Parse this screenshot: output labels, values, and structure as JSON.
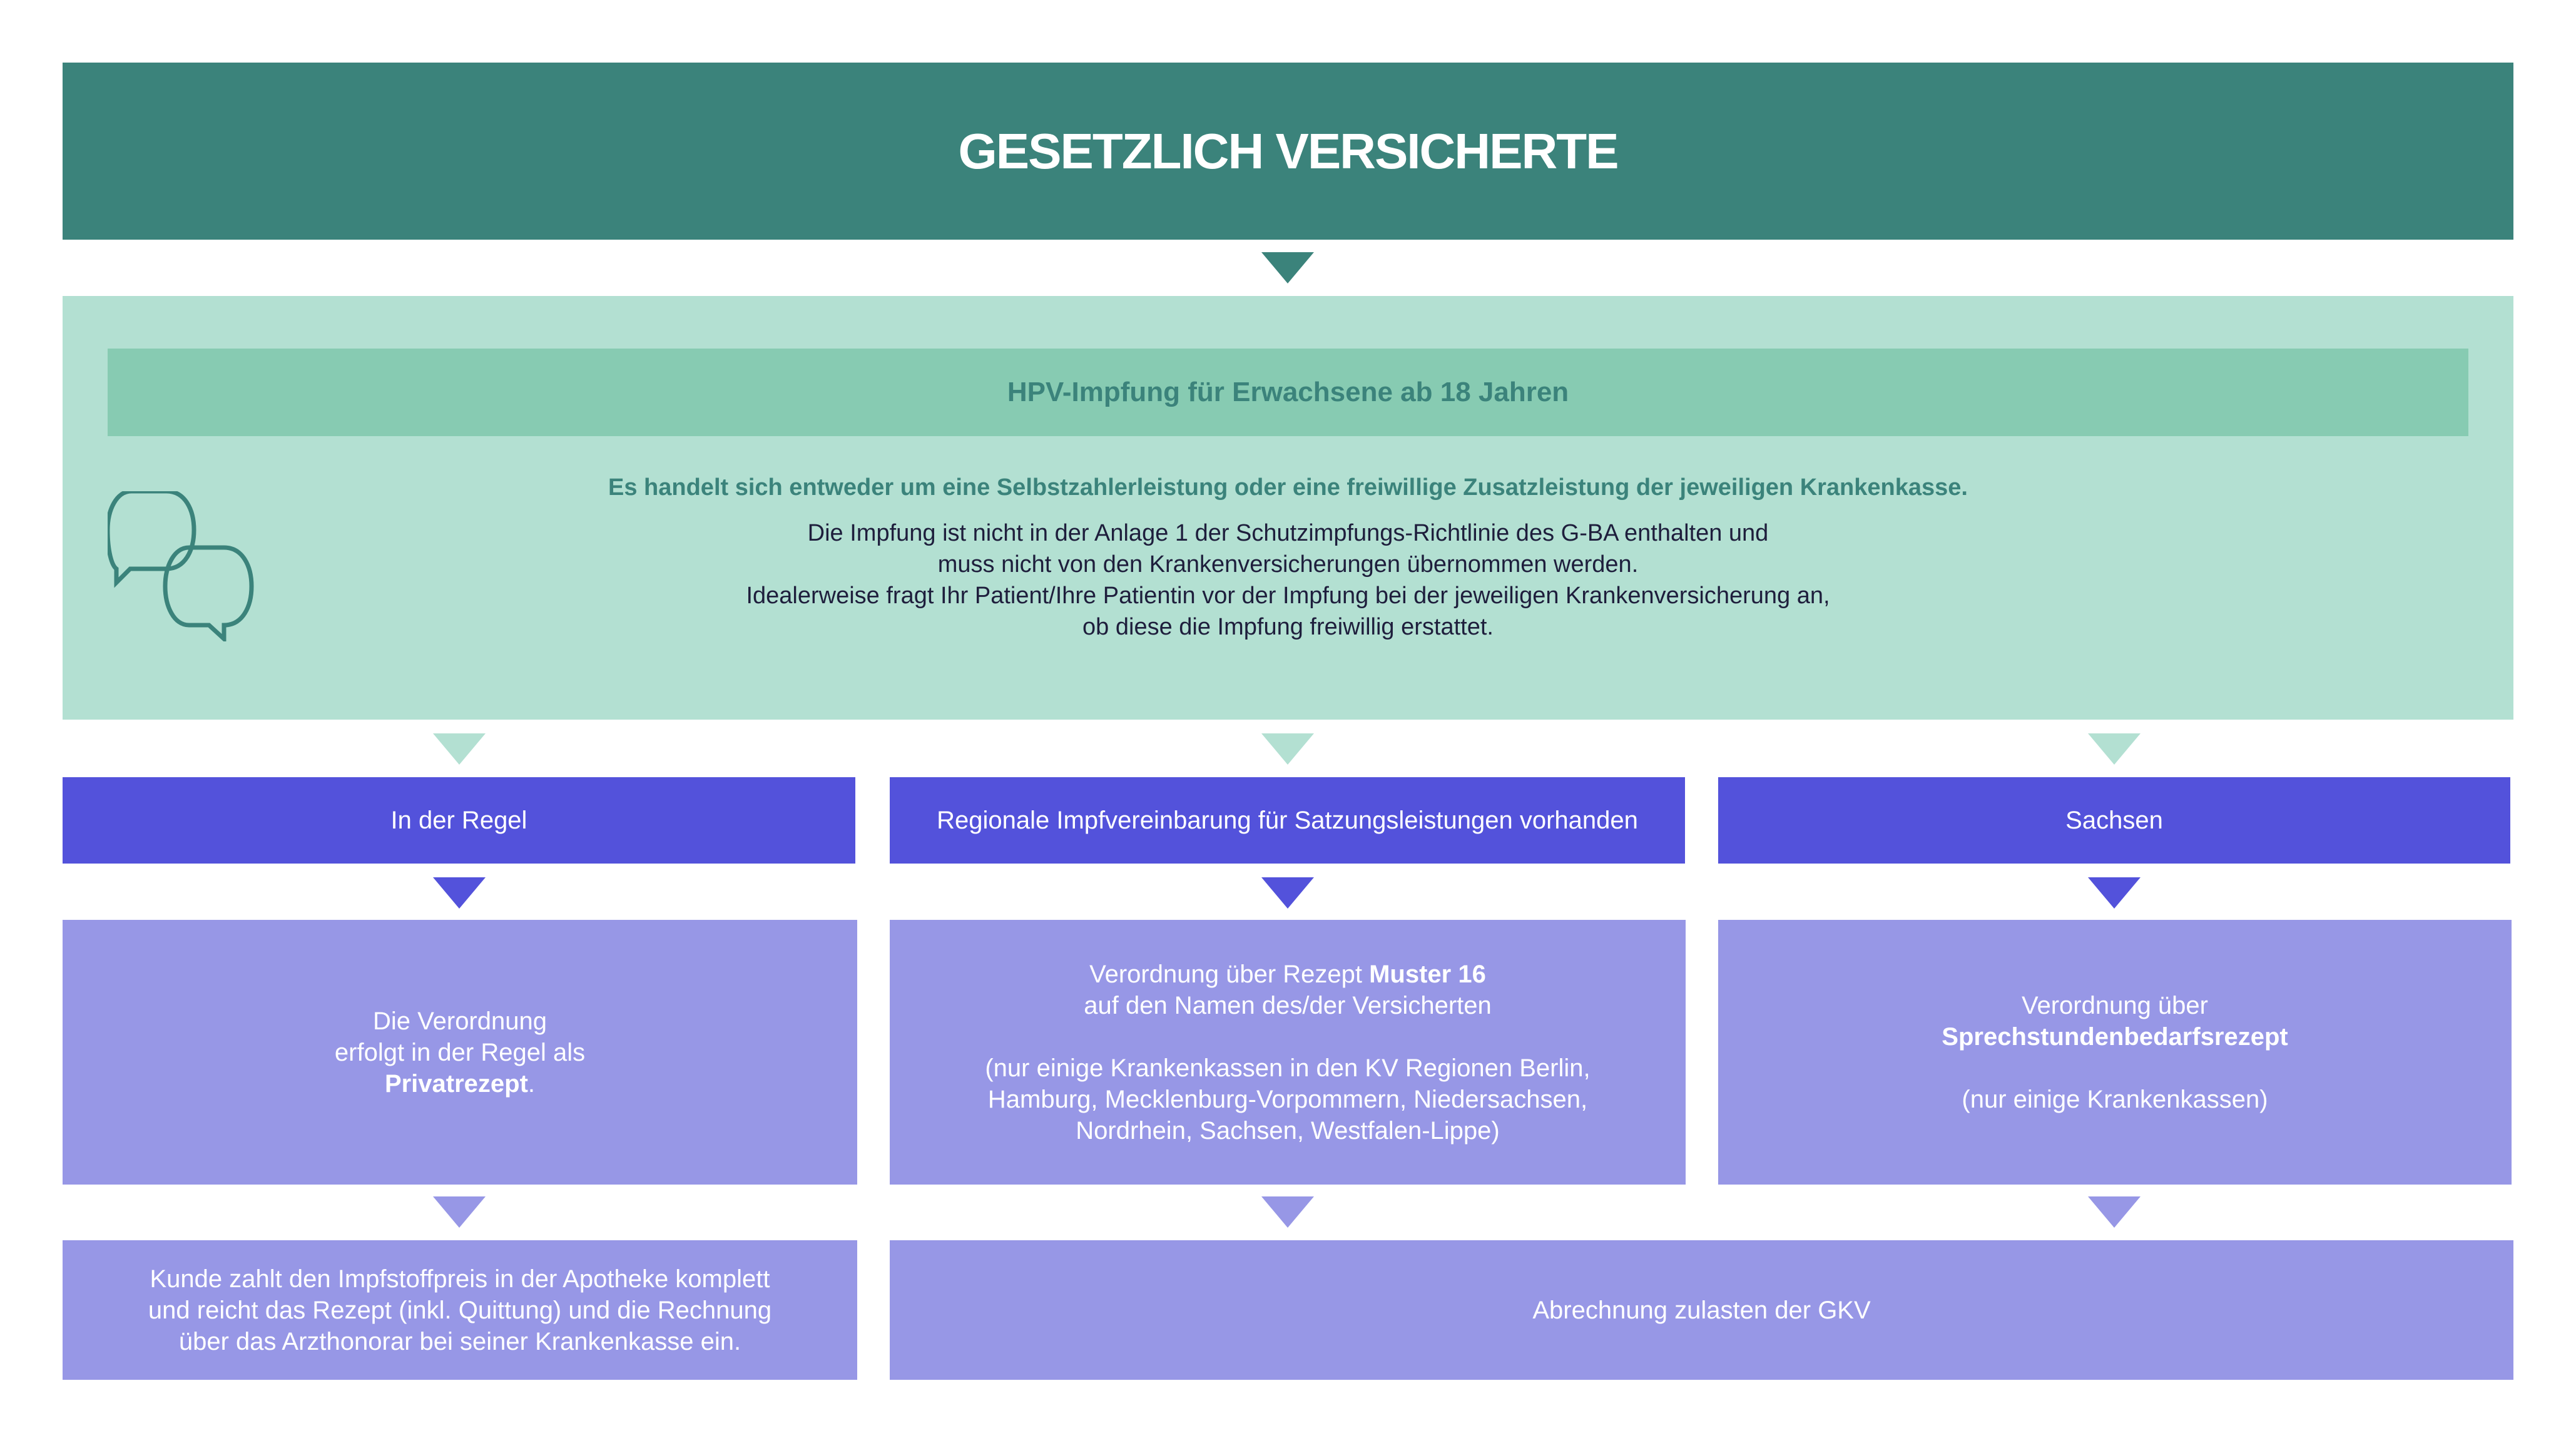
{
  "header": {
    "title": "GESETZLICH VERSICHERTE"
  },
  "info_panel": {
    "heading": "HPV-Impfung für Erwachsene ab 18 Jahren",
    "icon": "speech-bubbles-icon",
    "lead": "Es handelt sich entweder um eine Selbstzahlerleistung oder eine freiwillige Zusatzleistung der jeweiligen Krankenkasse.",
    "body_lines": [
      "Die Impfung ist nicht in der Anlage 1 der Schutzimpfungs-Richtlinie des G-BA enthalten und",
      "muss nicht von den Krankenversicherungen übernommen werden.",
      "Idealerweise fragt Ihr Patient/Ihre Patientin vor der Impfung bei der jeweiligen Krankenversicherung  an,",
      "ob diese die Impfung freiwillig erstattet."
    ]
  },
  "columns": [
    {
      "header": "In der Regel",
      "prescription": {
        "line1": "Die Verordnung",
        "line2": "erfolgt in der Regel als",
        "bold": "Privatrezept",
        "suffix": "."
      }
    },
    {
      "header": "Regionale Impfvereinbarung für Satzungsleistungen vorhanden",
      "prescription": {
        "line1_prefix": "Verordnung über Rezept ",
        "line1_bold": "Muster 16",
        "line2": "auf den Namen des/der Versicherten",
        "note_lines": [
          "(nur einige Krankenkassen in den KV Regionen Berlin,",
          "Hamburg, Mecklenburg-Vorpommern, Niedersachsen,",
          "Nordrhein, Sachsen, Westfalen-Lippe)"
        ]
      }
    },
    {
      "header": "Sachsen",
      "prescription": {
        "line1": "Verordnung über",
        "bold": "Sprechstundenbedarfsrezept",
        "note": "(nur einige Krankenkassen)"
      }
    }
  ],
  "outcomes": {
    "self_pay_lines": [
      "Kunde zahlt den Impfstoffpreis in der Apotheke komplett",
      "und reicht das Rezept (inkl. Quittung) und die Rechnung",
      "über das Arzthonorar bei seiner Krankenkasse ein."
    ],
    "gkv": "Abrechnung zulasten der GKV"
  },
  "colors": {
    "teal_dark": "#3b837b",
    "mint_light": "#b3e0d2",
    "mint_mid": "#87cbb2",
    "indigo": "#5352db",
    "lavender": "#9797e6",
    "text_dark": "#1e1e3c"
  }
}
